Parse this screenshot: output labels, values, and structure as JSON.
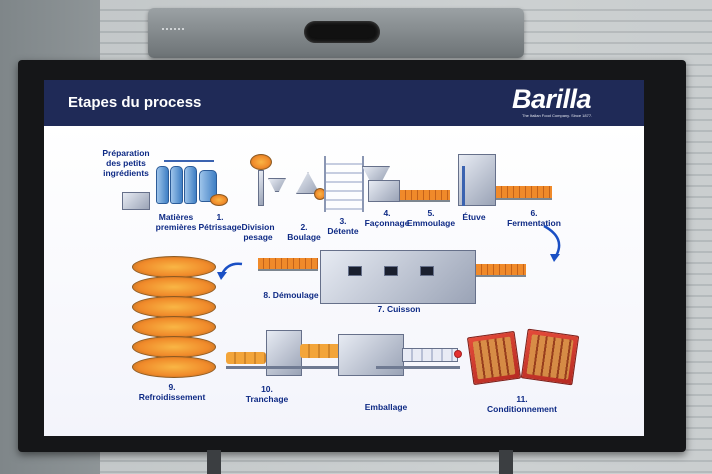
{
  "slide": {
    "title": "Etapes du process",
    "logo": {
      "name": "Barilla",
      "tagline": "The Italian Food Company. Since 1877."
    }
  },
  "labels": {
    "prep": "Préparation\ndes petits\ningrédients",
    "matieres": "Matières\npremières",
    "s1": "1.\nPétrissage",
    "division": "Division\npesage",
    "s2": "2.\nBoulage",
    "s3": "3.\nDétente",
    "s4": "4.\nFaçonnage",
    "s5": "5.\nEmmoulage",
    "etuve": "Étuve",
    "s6": "6.\nFermentation",
    "s8": "8. Démoulage",
    "s7": "7. Cuisson",
    "s9": "9.\nRefroidissement",
    "s10": "10.\nTranchage",
    "emballage": "Emballage",
    "s11": "11.\nConditionnement"
  },
  "colors": {
    "header": "#1f2a57",
    "label": "#0e2a85",
    "bread": "#f08a2a",
    "arrow": "#1a4fc4",
    "package": "#c8352a"
  },
  "icons": [
    "camera-icon",
    "barilla-logo-icon",
    "curved-arrow-icon"
  ]
}
